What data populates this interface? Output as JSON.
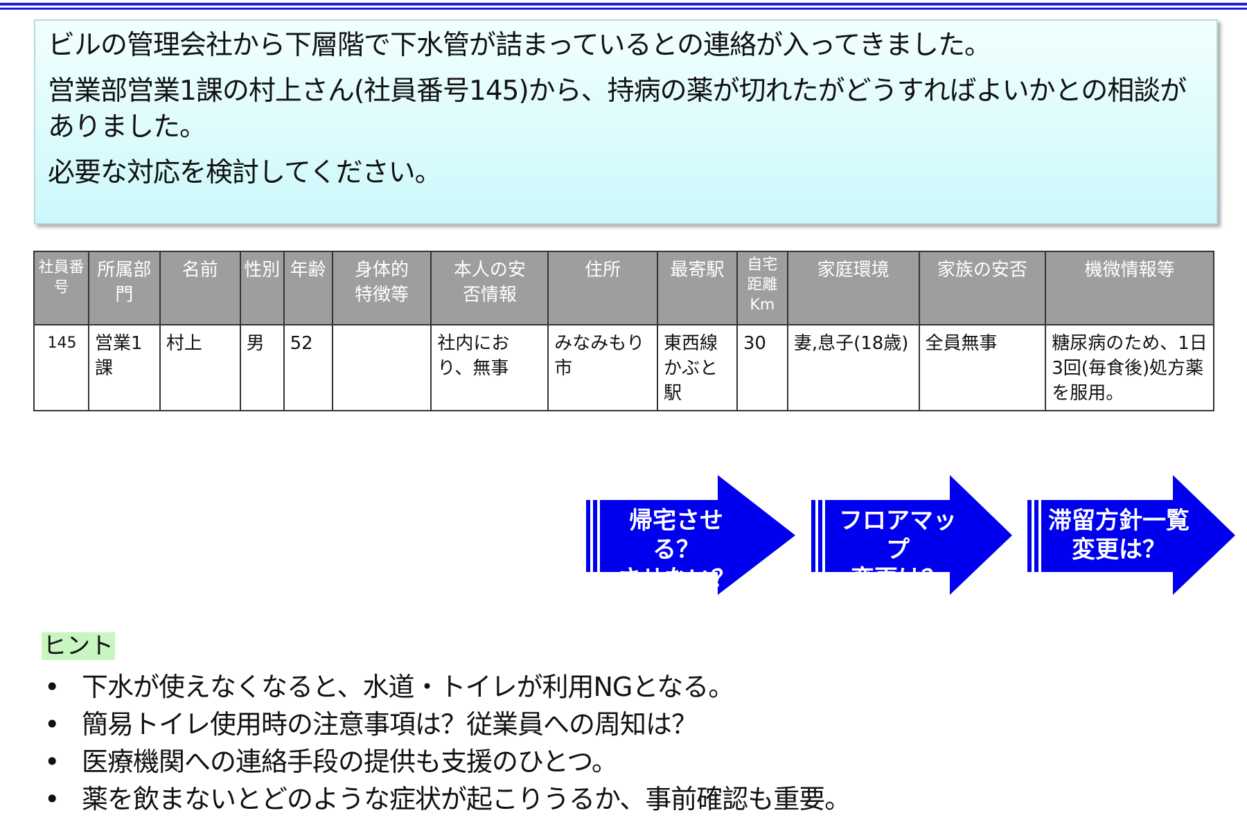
{
  "scenario": {
    "line1": "ビルの管理会社から下層階で下水管が詰まっているとの連絡が入ってきました。",
    "line2": "営業部営業1課の村上さん(社員番号145)から、持病の薬が切れたがどうすればよいかとの相談がありました。",
    "line3": "必要な対応を検討してください。"
  },
  "table": {
    "headers": [
      "社員番号",
      "所属部門",
      "名前",
      "性別",
      "年齢",
      "身体的特徴等",
      "本人の安否情報",
      "住所",
      "最寄駅",
      "自宅距離Km",
      "家庭環境",
      "家族の安否",
      "機微情報等"
    ],
    "row": [
      "145",
      "営業1課",
      "村上",
      "男",
      "52",
      "",
      "社内におり、無事",
      "みなみもり市",
      "東西線かぶと駅",
      "30",
      "妻,息子(18歳)",
      "全員無事",
      "糖尿病のため、1日3回(毎食後)処方薬を服用。"
    ]
  },
  "arrows": [
    {
      "line1": "帰宅させる？",
      "line2": "させない？"
    },
    {
      "line1": "フロアマップ",
      "line2": "変更は？"
    },
    {
      "line1": "滞留方針一覧",
      "line2": "変更は？"
    }
  ],
  "hint": {
    "title": "ヒント",
    "bullet": "•",
    "items": [
      "下水が使えなくなると、水道・トイレが利用NGとなる。",
      "簡易トイレ使用時の注意事項は？従業員への周知は？",
      "医療機関への連絡手段の提供も支援のひとつ。",
      "薬を飲まないとどのような症状が起こりうるか、事前確認も重要。"
    ]
  },
  "colors": {
    "arrow": "#0000ee",
    "header": "#9e9e9e",
    "box": "#d4fafc",
    "hint": "#c8f5c0"
  }
}
